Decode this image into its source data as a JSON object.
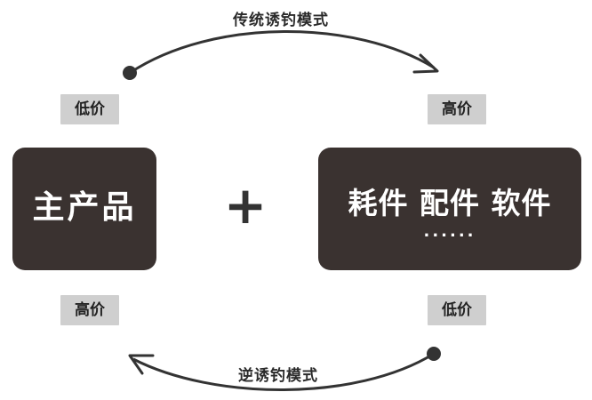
{
  "diagram": {
    "top_arc_label": "传统诱钓模式",
    "bottom_arc_label": "逆诱钓模式",
    "left_top_tag": "低价",
    "right_top_tag": "高价",
    "left_bottom_tag": "高价",
    "right_bottom_tag": "低价",
    "main_product_label": "主产品",
    "plus_sign": "+",
    "accessories_label": "耗件 配件 软件",
    "ellipsis": "......"
  },
  "colors": {
    "box_fill": "#3a3230",
    "tag_fill": "#cfcfcf",
    "arc_stroke": "#333333",
    "text_dark": "#222222"
  }
}
